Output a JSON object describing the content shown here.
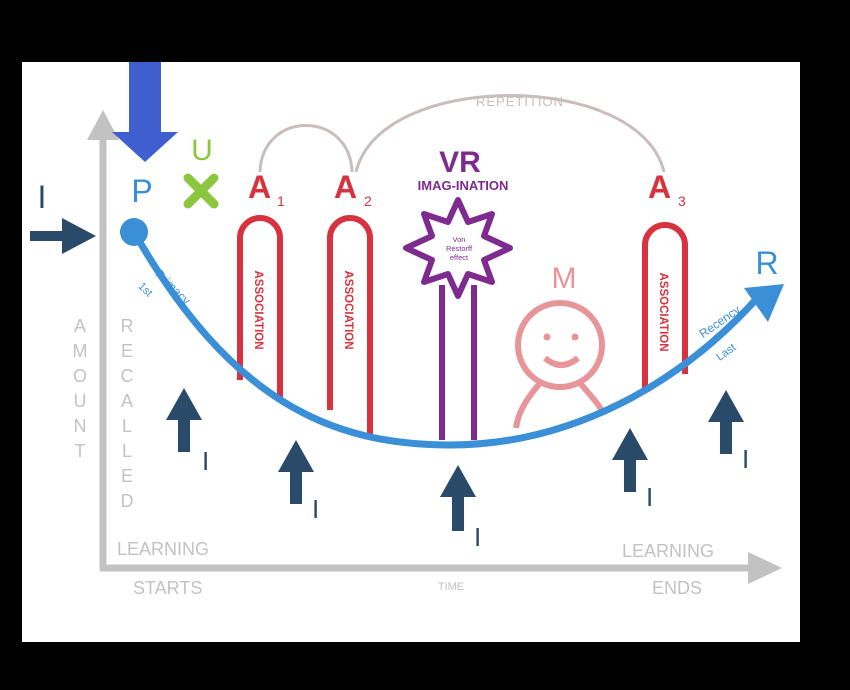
{
  "labels": {
    "repetition": "REPETITION",
    "input_left": "I",
    "primacy_letter": "P",
    "u_letter": "U",
    "a1": "A",
    "a1_sub": "1",
    "a2": "A",
    "a2_sub": "2",
    "a3": "A",
    "a3_sub": "3",
    "vr": "VR",
    "imagination": "IMAG-INATION",
    "von_line1": "Von",
    "von_line2": "Restorff",
    "von_line3": "effect",
    "association": "ASSOCIATION",
    "m_letter": "M",
    "r_letter": "R",
    "primacy": "Primacy",
    "first": "1st",
    "recency": "Recency",
    "last": "Last",
    "amount": [
      "A",
      "M",
      "O",
      "U",
      "N",
      "T"
    ],
    "recalled": [
      "R",
      "E",
      "C",
      "A",
      "L",
      "L",
      "E",
      "D"
    ],
    "learning_start": "LEARNING",
    "starts": "STARTS",
    "time": "TIME",
    "learning_end": "LEARNING",
    "ends": "ENDS",
    "input_arrow_label": "I"
  },
  "colors": {
    "blue_curve": "#3a8fd6",
    "red": "#d6333f",
    "purple": "#7d2b8f",
    "pink": "#e8959a",
    "green": "#8cc63f",
    "navy": "#2a4a6a",
    "gray": "#bbbbbb",
    "top_arrow": "#3f5fcf"
  },
  "icons": [
    "down-arrow-icon",
    "right-arrow-icon",
    "cross-icon",
    "star-burst-icon",
    "smiley-figure-icon",
    "up-arrow-icon"
  ]
}
